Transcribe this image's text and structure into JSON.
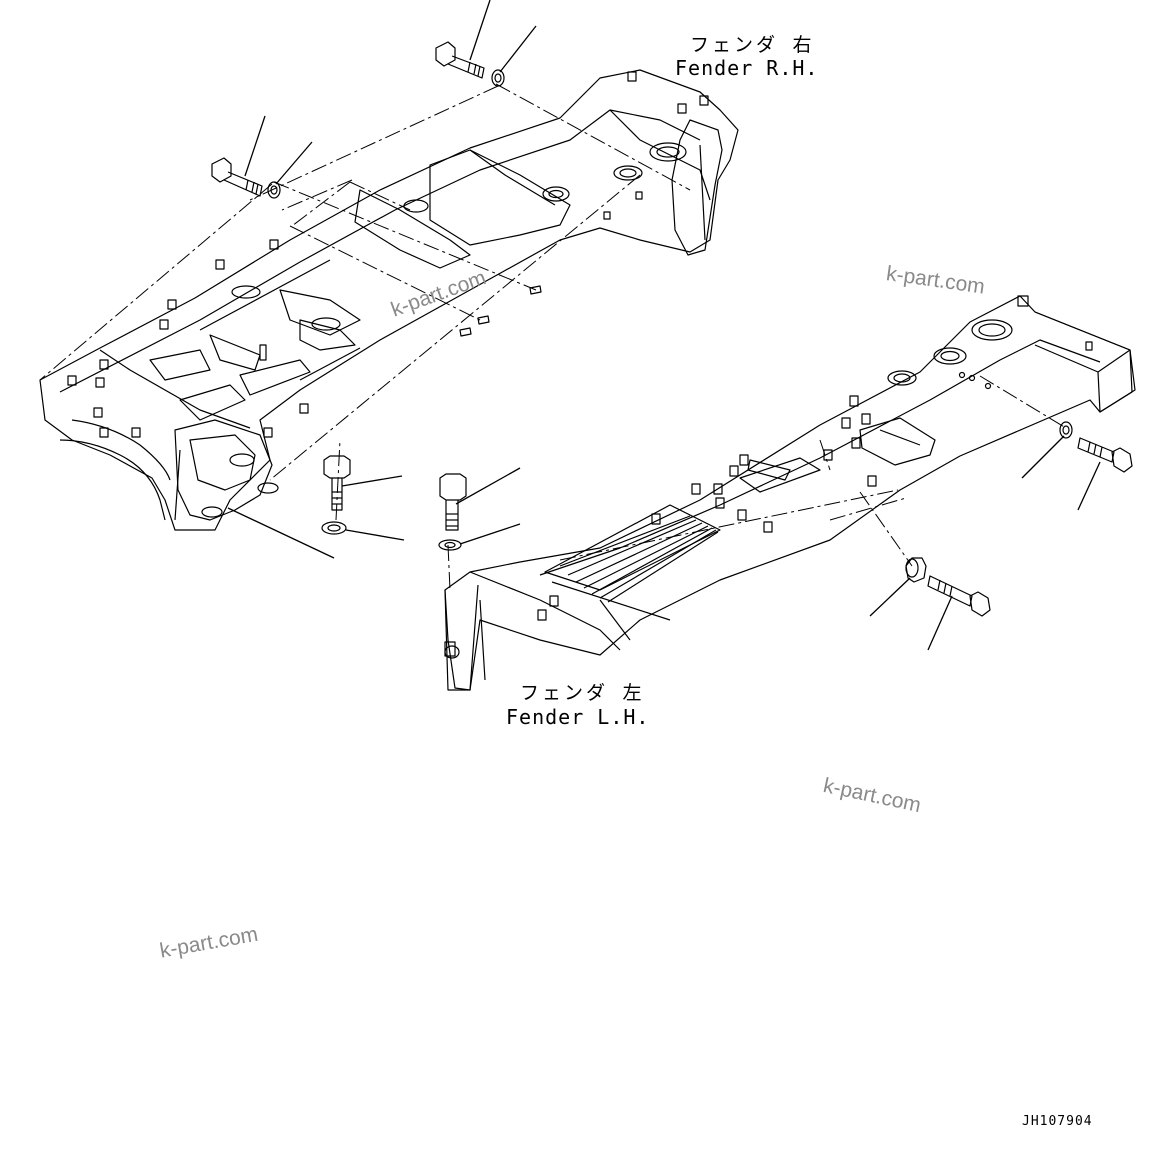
{
  "labels": {
    "fender_rh": {
      "jp": "フェンダ 右",
      "en": "Fender R.H."
    },
    "fender_lh": {
      "jp": "フェンダ 左",
      "en": "Fender L.H."
    }
  },
  "watermark": "k-part.com",
  "drawing_code": "JH107904",
  "colors": {
    "line": "#000000",
    "watermark": "#8a8a8a",
    "background": "#ffffff"
  }
}
